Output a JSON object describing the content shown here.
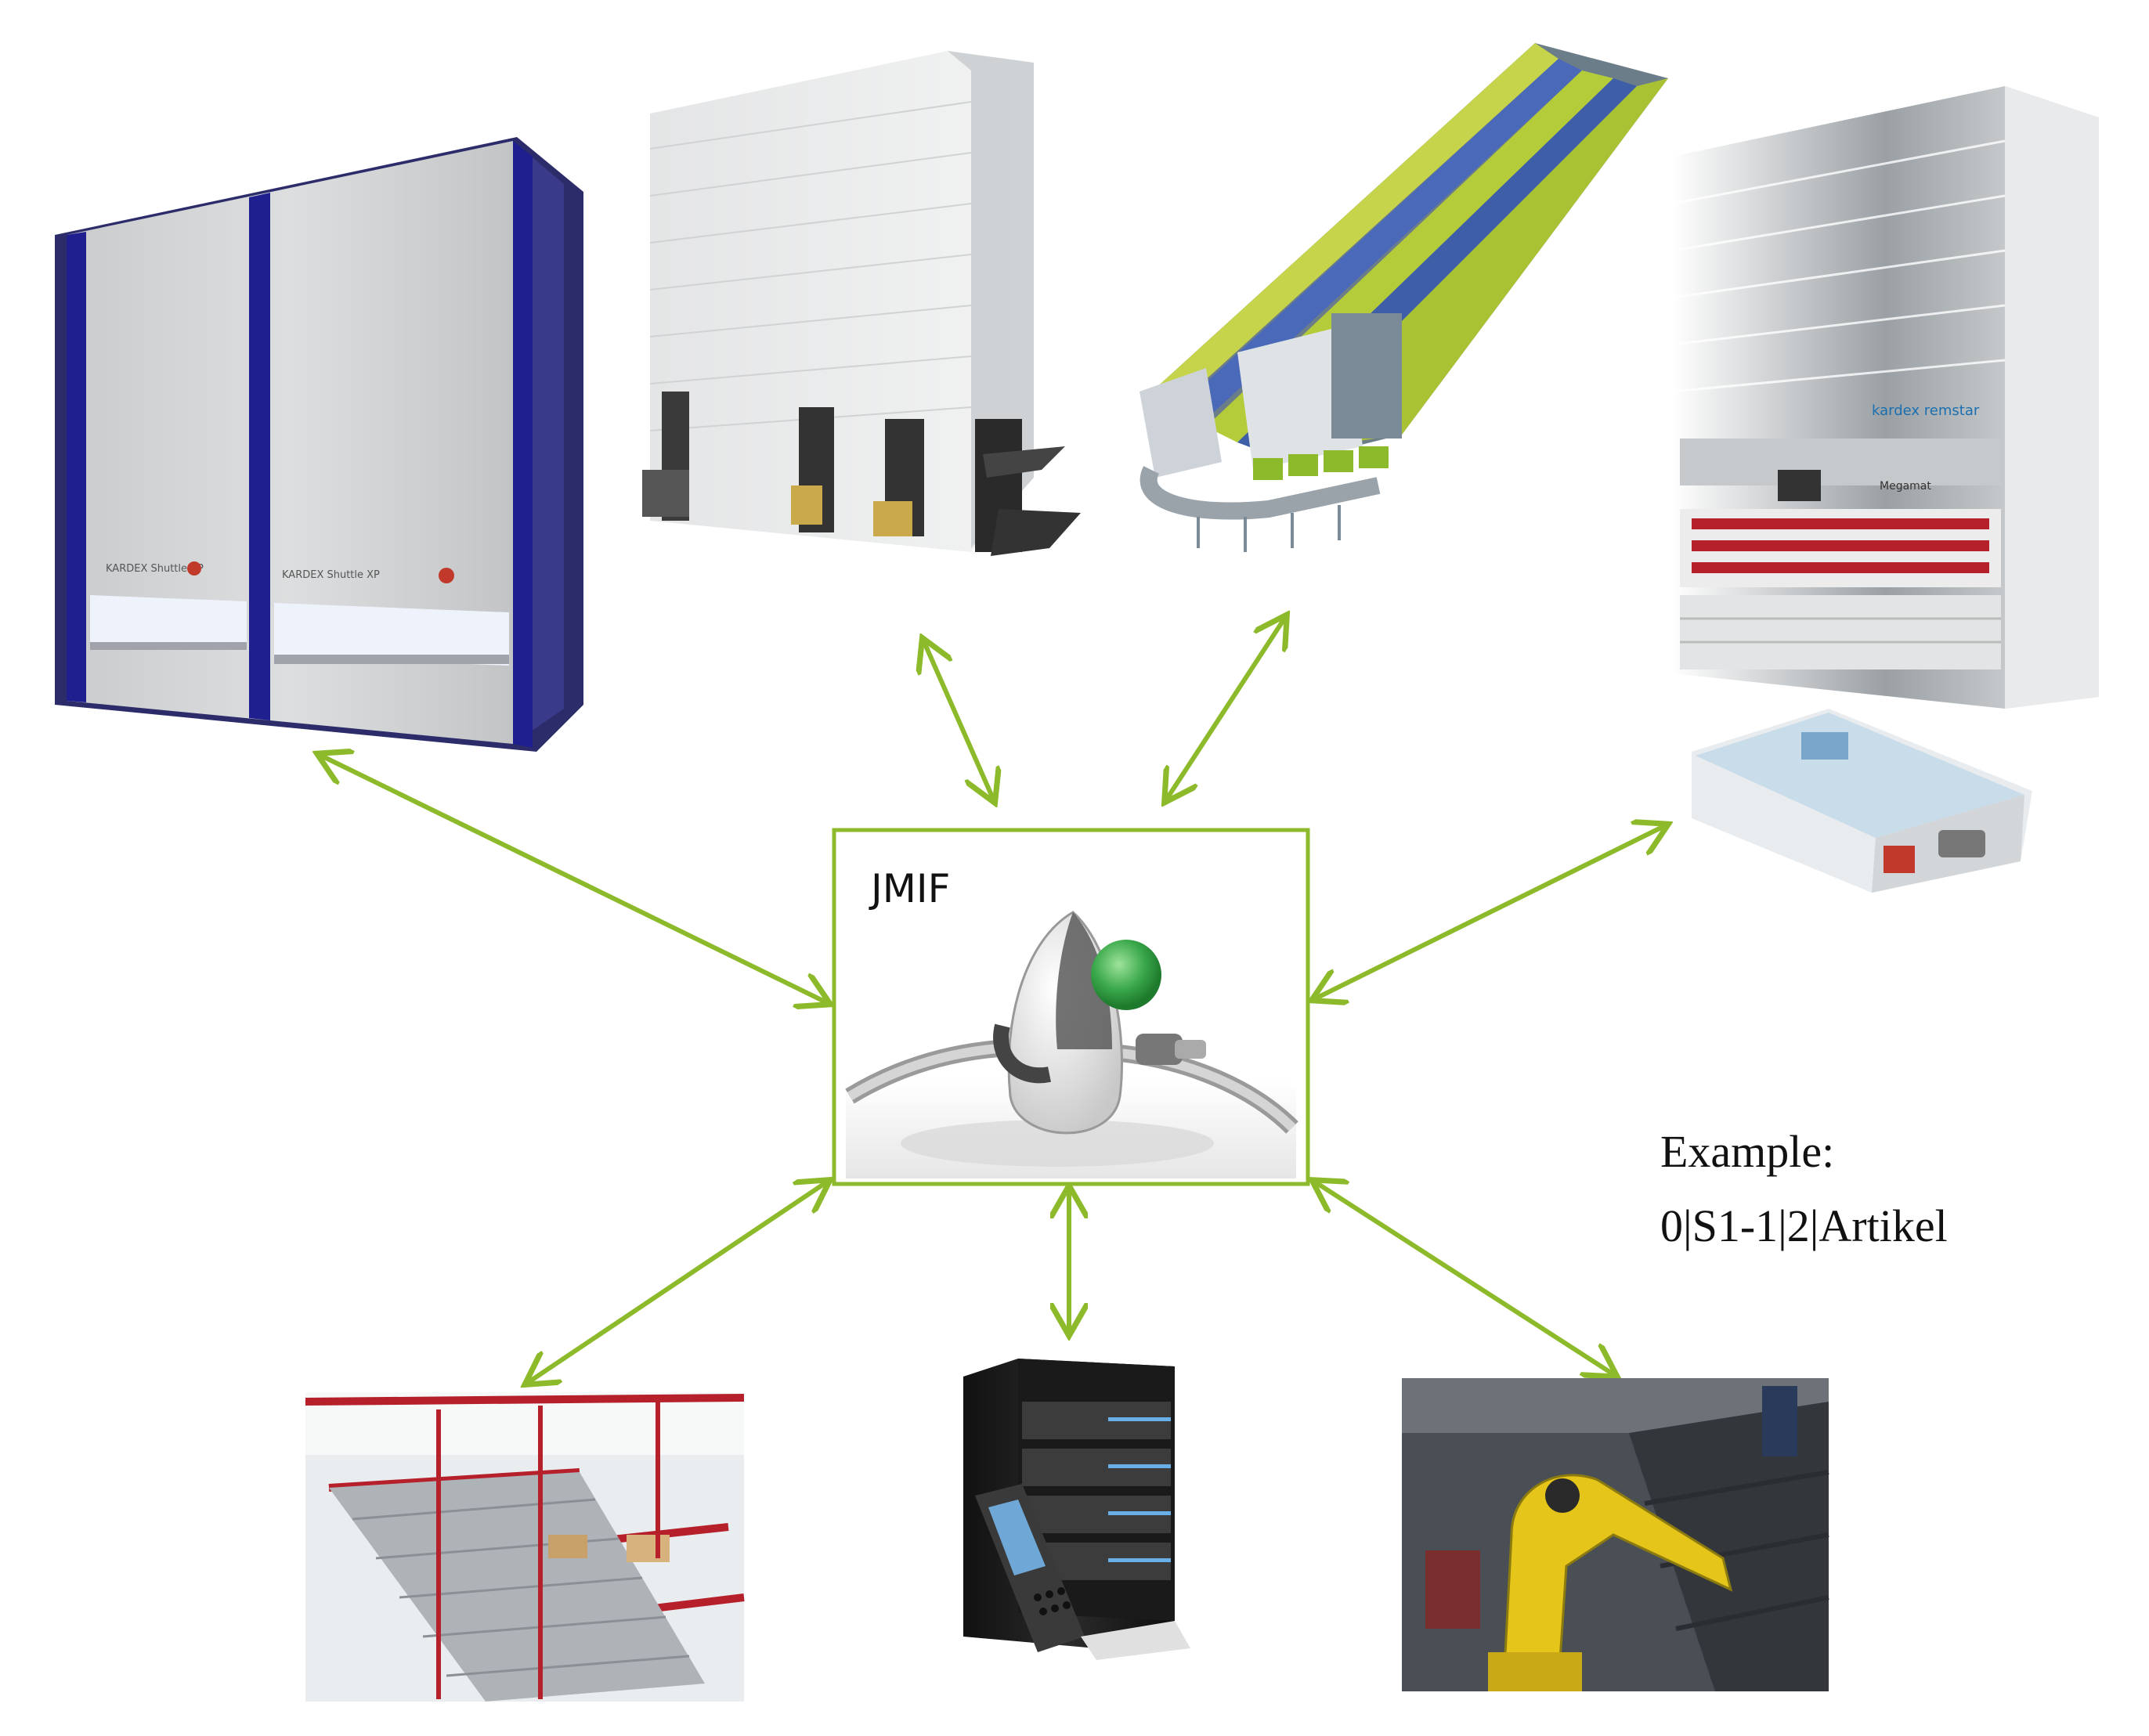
{
  "hub": {
    "label": "JMIF",
    "icon": "java-mascot-plug-icon"
  },
  "example": {
    "line1": "Example:",
    "line2": "0|S1-1|2|Artikel"
  },
  "machines": {
    "vertical_lift_left": {
      "label1": "KARDEX Shuttle XP",
      "label2": "KARDEX Shuttle XP"
    },
    "carousel_right": {
      "brand": "kardex remstar",
      "model": "Megamat"
    }
  },
  "colors": {
    "accent": "#8dba2a",
    "frame": "#8dba2a",
    "machine_gray": "#d8dadb",
    "machine_blue": "#1f1f8f",
    "conveyor_red": "#b5202a",
    "robot_yellow": "#e5c51a",
    "server_black": "#1c1c1c",
    "ball_green": "#3aa84a"
  }
}
